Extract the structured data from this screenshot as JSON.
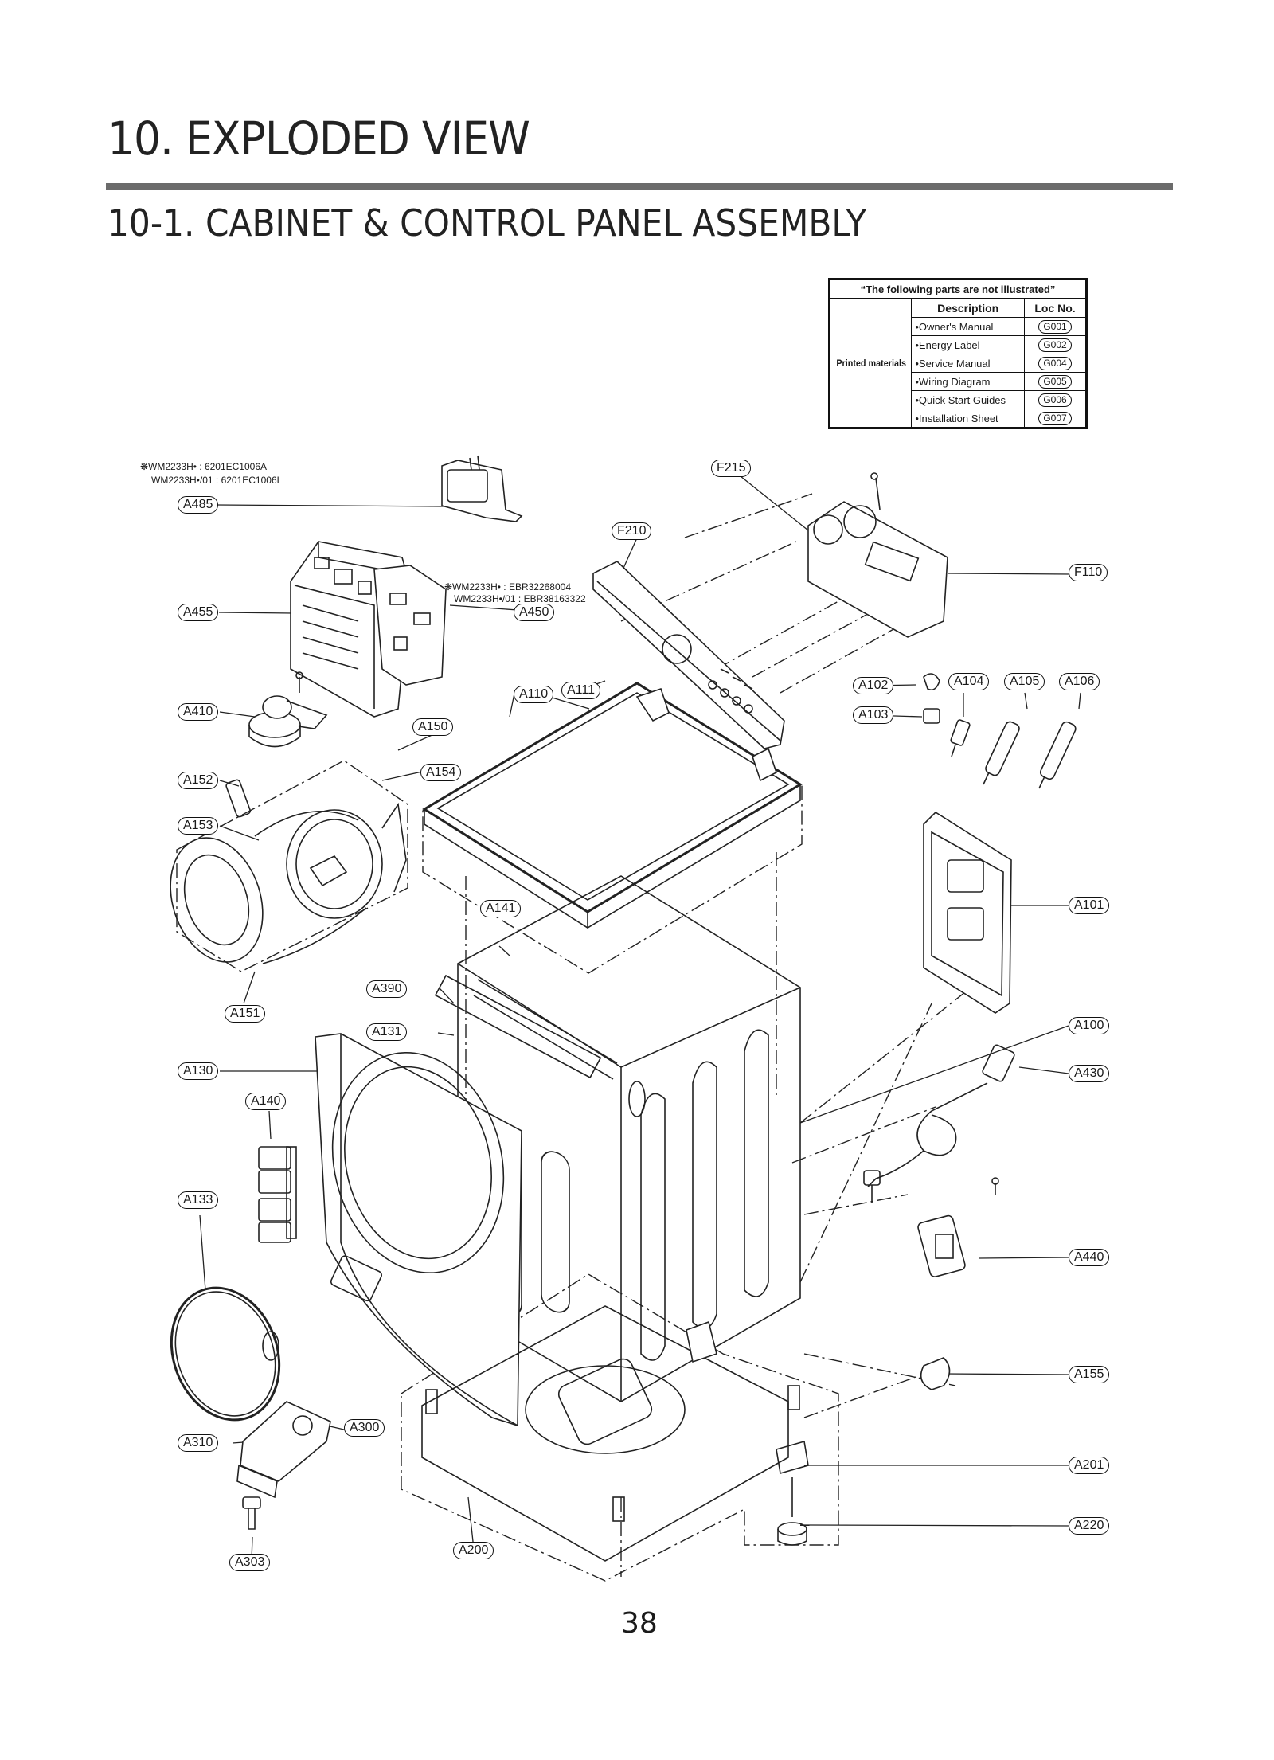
{
  "page": {
    "title": "10. EXPLODED VIEW",
    "section": "10-1. CABINET  & CONTROL PANEL ASSEMBLY",
    "page_number": "38"
  },
  "not_illustrated": {
    "heading": "“The following parts are not illustrated”",
    "col_description": "Description",
    "col_loc": "Loc No.",
    "category": "Printed materials",
    "rows": [
      {
        "desc": "•Owner's Manual",
        "loc": "G001"
      },
      {
        "desc": "•Energy Label",
        "loc": "G002"
      },
      {
        "desc": "•Service Manual",
        "loc": "G004"
      },
      {
        "desc": "•Wiring Diagram",
        "loc": "G005"
      },
      {
        "desc": "•Quick Start Guides",
        "loc": "G006"
      },
      {
        "desc": "•Installation Sheet",
        "loc": "G007"
      }
    ]
  },
  "notes": {
    "a485_line1": "❋WM2233H• : 6201EC1006A",
    "a485_line2": "WM2233H•/01 : 6201EC1006L",
    "a450_line1": "❋WM2233H• : EBR32268004",
    "a450_line2": "WM2233H•/01 : EBR38163322"
  },
  "callouts": {
    "A485": "A485",
    "A455": "A455",
    "A450": "A450",
    "A410": "A410",
    "A150": "A150",
    "A152": "A152",
    "A154": "A154",
    "A153": "A153",
    "A151": "A151",
    "A110": "A110",
    "A111": "A111",
    "A141": "A141",
    "A390": "A390",
    "A131": "A131",
    "A130": "A130",
    "A140": "A140",
    "A133": "A133",
    "A310": "A310",
    "A300": "A300",
    "A303": "A303",
    "A200": "A200",
    "F215": "F215",
    "F210": "F210",
    "F110": "F110",
    "A102": "A102",
    "A103": "A103",
    "A104": "A104",
    "A105": "A105",
    "A106": "A106",
    "A101": "A101",
    "A100": "A100",
    "A430": "A430",
    "A440": "A440",
    "A155": "A155",
    "A201": "A201",
    "A220": "A220"
  }
}
